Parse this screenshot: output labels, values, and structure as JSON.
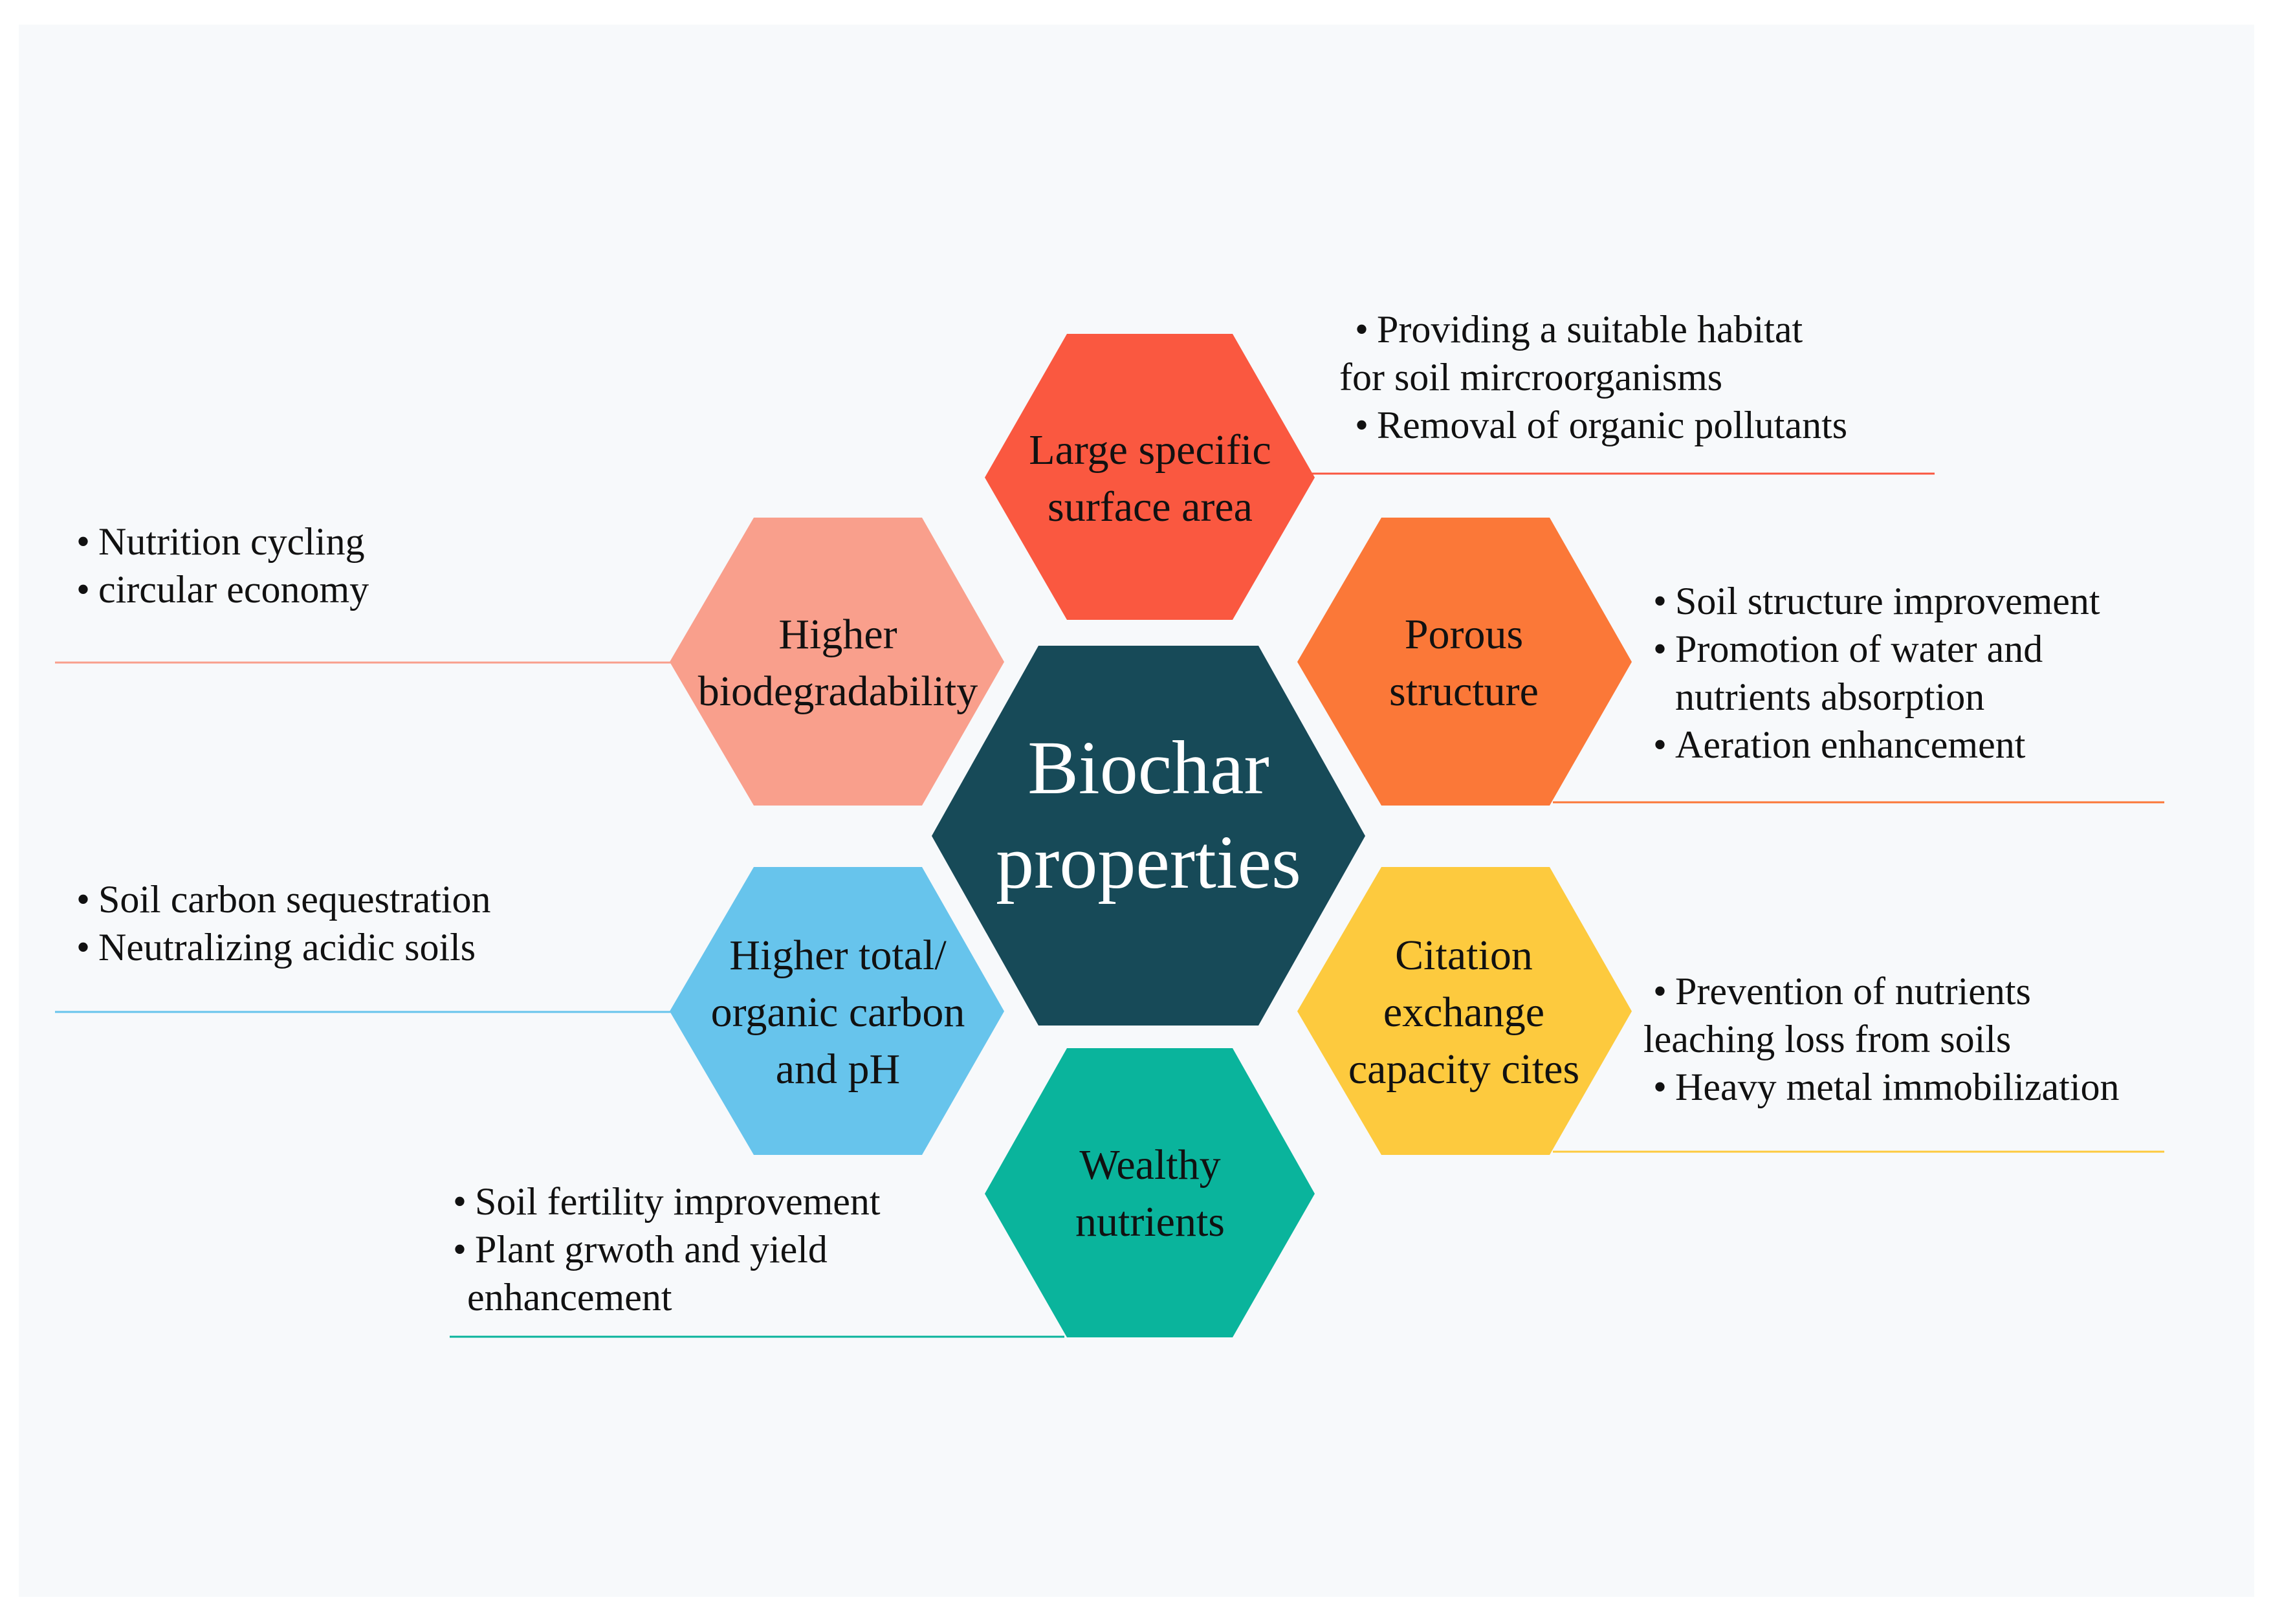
{
  "colors": {
    "center": "#174a58",
    "surface_area": "#fa5840",
    "porous": "#fb7838",
    "cec": "#fdca3e",
    "nutrients": "#0ab49c",
    "carbon_ph": "#67c4ec",
    "biodegradability": "#f99f8c"
  },
  "center": {
    "label": "Biochar\nproperties"
  },
  "properties": {
    "surface_area": {
      "label": "Large specific\nsurface area",
      "notes": [
        "Providing a suitable habitat",
        "for soil mircroorganisms",
        "Removal of organic pollutants"
      ]
    },
    "porous": {
      "label": "Porous\nstructure",
      "notes": [
        "Soil structure improvement",
        "Promotion of water and",
        "nutrients absorption",
        "Aeration enhancement"
      ]
    },
    "cec": {
      "label": "Citation\nexchange\ncapacity cites",
      "notes": [
        "Prevention of nutrients",
        "leaching loss from soils",
        "Heavy metal immobilization"
      ]
    },
    "nutrients": {
      "label": "Wealthy\nnutrients",
      "notes": [
        "Soil fertility improvement",
        "Plant grwoth and yield",
        "enhancement"
      ]
    },
    "carbon_ph": {
      "label": "Higher total/\norganic carbon\nand pH",
      "notes": [
        "Soil carbon sequestration",
        "Neutralizing acidic soils"
      ]
    },
    "biodegradability": {
      "label": "Higher\nbiodegradability",
      "notes": [
        "Nutrition cycling",
        "circular economy"
      ]
    }
  }
}
